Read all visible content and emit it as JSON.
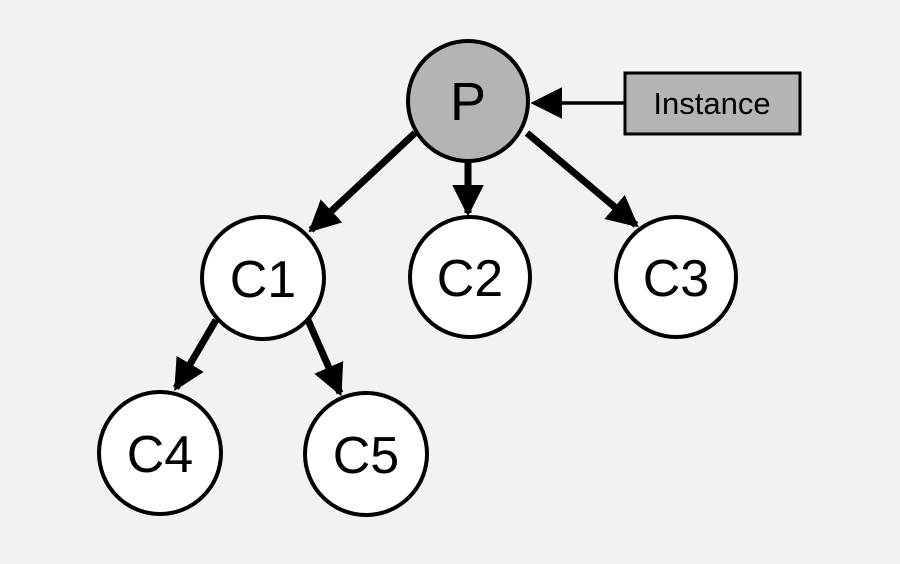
{
  "colors": {
    "background": "#f2f2f2",
    "parent_fill": "#b4b4b4",
    "child_fill": "#ffffff",
    "instance_fill": "#b4b4b4",
    "stroke": "#000000"
  },
  "nodes": {
    "p": "P",
    "c1": "C1",
    "c2": "C2",
    "c3": "C3",
    "c4": "C4",
    "c5": "C5"
  },
  "instance_label": "Instance"
}
